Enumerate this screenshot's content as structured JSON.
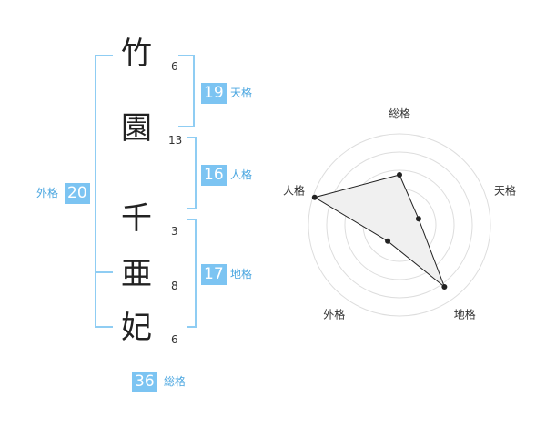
{
  "name_chars": [
    {
      "char": "竹",
      "strokes": "6"
    },
    {
      "char": "園",
      "strokes": "13"
    },
    {
      "char": "千",
      "strokes": "3"
    },
    {
      "char": "亜",
      "strokes": "8"
    },
    {
      "char": "妃",
      "strokes": "6"
    }
  ],
  "fortune": {
    "tenkaku": {
      "value": "19",
      "label": "天格"
    },
    "jinkaku": {
      "value": "16",
      "label": "人格"
    },
    "chikaku": {
      "value": "17",
      "label": "地格"
    },
    "gaikaku": {
      "value": "20",
      "label": "外格"
    },
    "soukaku": {
      "value": "36",
      "label": "総格"
    }
  },
  "radar": {
    "axes": [
      "総格",
      "天格",
      "地格",
      "外格",
      "人格"
    ],
    "values": [
      0.55,
      0.22,
      0.84,
      0.22,
      0.98
    ],
    "colors": {
      "fill": "#f0f0f0",
      "stroke": "#222222",
      "grid": "#dddddd",
      "accent": "#7cc4f2"
    }
  }
}
